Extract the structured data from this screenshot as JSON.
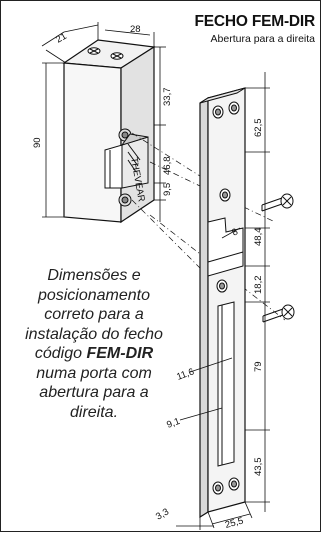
{
  "title": "FECHO FEM-DIR",
  "subtitle": "Abertura para a direita",
  "description": {
    "part1": "Dimensões e posicionamento correto para a instalação do fecho código ",
    "code": "FEM-DIR",
    "part2": " numa porta com abertura para a direita."
  },
  "brand_label": "THEVEAR",
  "dimensions": {
    "lock_depth": "21",
    "lock_width": "28",
    "lock_height": "90",
    "lock_top": "33,7",
    "lock_middle": "46,8",
    "lock_bottom": "9,5",
    "plate_top": "62,5",
    "plate_cut": "48,4",
    "plate_notch": "8",
    "plate_mid": "18,2",
    "plate_slot": "79",
    "plate_bottom": "43,5",
    "plate_width": "25,5",
    "plate_thickness": "3,3",
    "slot_width_upper": "11,6",
    "slot_width_lower": "9,1"
  },
  "colors": {
    "line": "#111111",
    "shade_light": "#f2f2f2",
    "shade_dark": "#d8d8d8"
  }
}
